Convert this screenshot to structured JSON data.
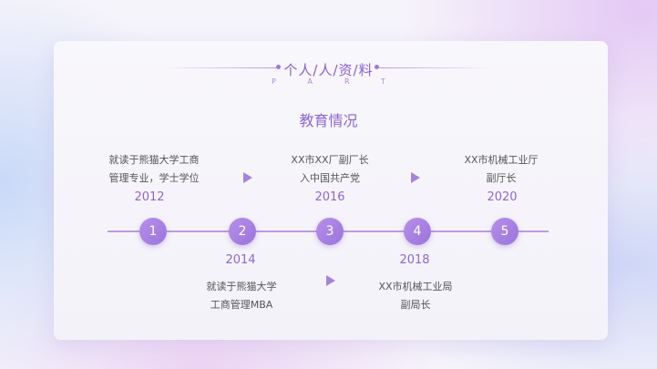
{
  "header": {
    "title": "个人/人/资/料",
    "subtitle": "PART"
  },
  "section": {
    "title": "教育情况"
  },
  "timeline": {
    "nodes": [
      "1",
      "2",
      "3",
      "4",
      "5"
    ],
    "top_items": [
      {
        "line1": "就读于熊猫大学工商",
        "line2": "管理专业，学士学位",
        "year": "2012"
      },
      {
        "line1": "XX市XX厂副厂长",
        "line2": "入中国共产党",
        "year": "2016"
      },
      {
        "line1": "XX市机械工业厅",
        "line2": "副厅长",
        "year": "2020"
      }
    ],
    "bottom_items": [
      {
        "year": "2014",
        "line1": "就读于熊猫大学",
        "line2": "工商管理MBA"
      },
      {
        "year": "2018",
        "line1": "XX市机械工业局",
        "line2": "副局长"
      }
    ]
  },
  "colors": {
    "accent": "#8e66d2",
    "node": "#a781e0",
    "line": "#b79be4"
  },
  "icons": {
    "arrow": "triangle-right-icon"
  }
}
